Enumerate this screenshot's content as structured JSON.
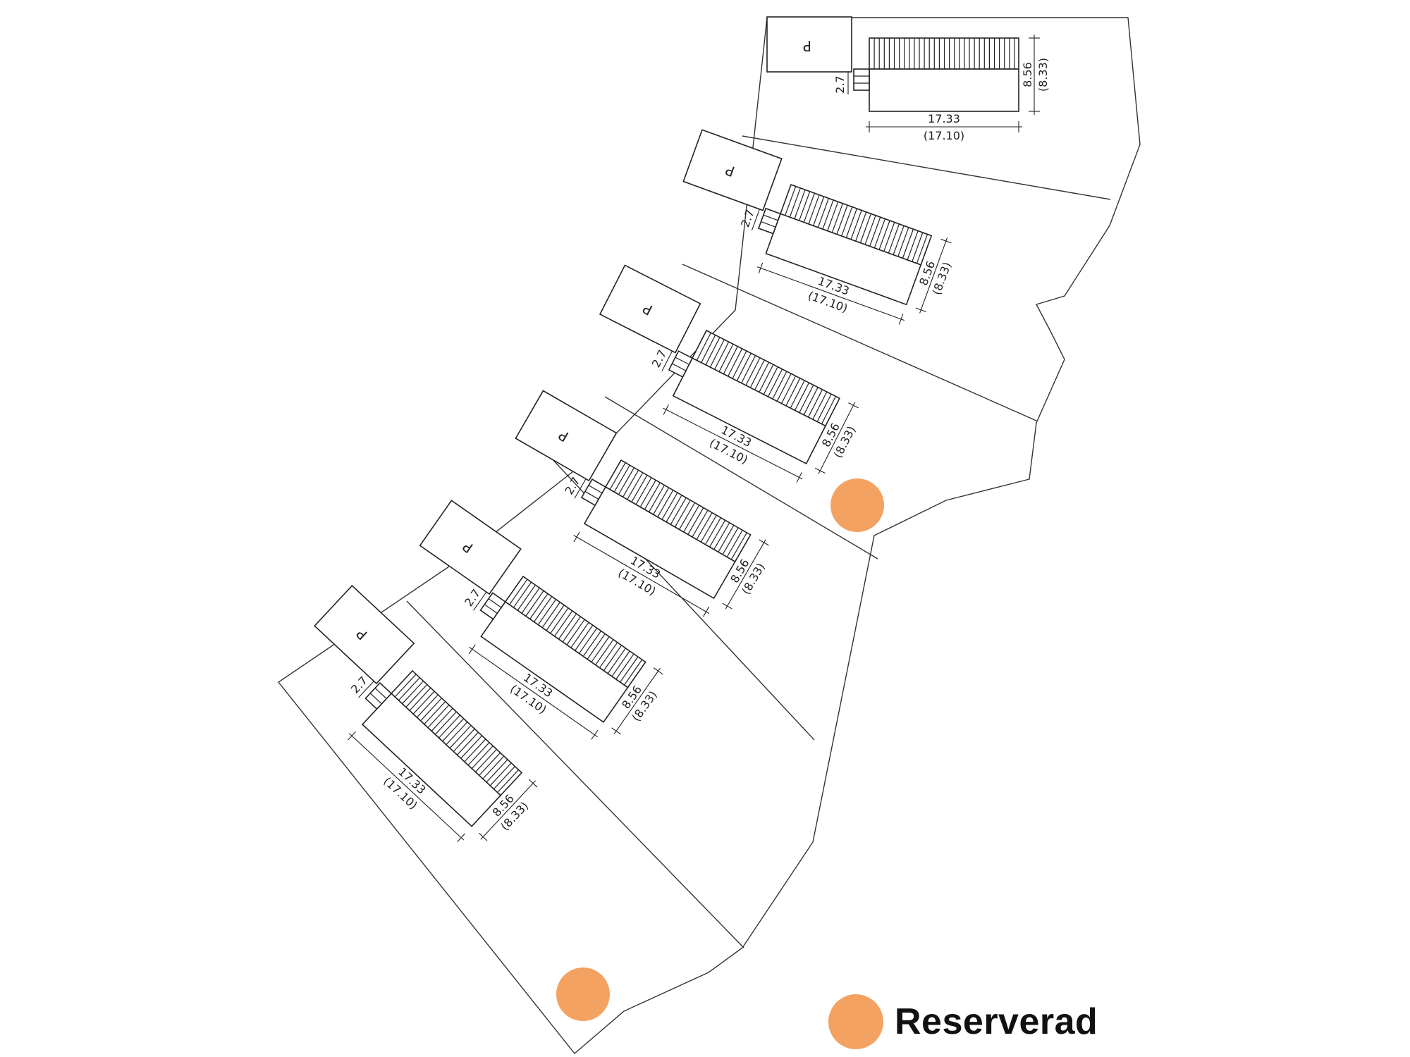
{
  "plan": {
    "houses": [
      {
        "id": 1,
        "parking_label": "P",
        "width_label": "17.33",
        "width_sub_label": "(17.10)",
        "depth_label": "8.56",
        "depth_sub_label": "(8.33)",
        "entry_label": "2.7"
      },
      {
        "id": 2,
        "parking_label": "P",
        "width_label": "17.33",
        "width_sub_label": "(17.10)",
        "depth_label": "8.56",
        "depth_sub_label": "(8.33)",
        "entry_label": "2.7"
      },
      {
        "id": 3,
        "parking_label": "P",
        "width_label": "17.33",
        "width_sub_label": "(17.10)",
        "depth_label": "8.56",
        "depth_sub_label": "(8.33)",
        "entry_label": "2.7"
      },
      {
        "id": 4,
        "parking_label": "P",
        "width_label": "17.33",
        "width_sub_label": "(17.10)",
        "depth_label": "8.56",
        "depth_sub_label": "(8.33)",
        "entry_label": "2.7"
      },
      {
        "id": 5,
        "parking_label": "P",
        "width_label": "17.33",
        "width_sub_label": "(17.10)",
        "depth_label": "8.56",
        "depth_sub_label": "(8.33)",
        "entry_label": "2.7"
      },
      {
        "id": 6,
        "parking_label": "P",
        "width_label": "17.33",
        "width_sub_label": "(17.10)",
        "depth_label": "8.56",
        "depth_sub_label": "(8.33)",
        "entry_label": "2.7"
      }
    ],
    "reserved_marker_count": 2
  },
  "legend": {
    "reserved_label": "Reserverad",
    "reserved_color": "#f4a261"
  }
}
